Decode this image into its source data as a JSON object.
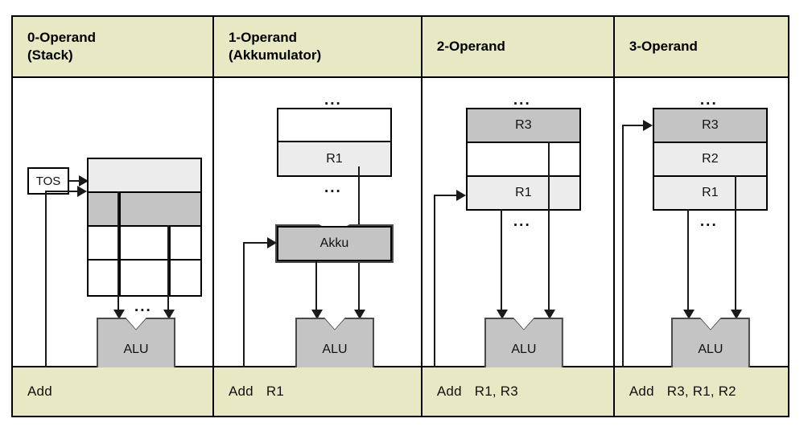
{
  "table": {
    "columns": [
      {
        "id": "col-0-operand",
        "header": "0-Operand\n(Stack)",
        "instruction_mnemonic": "Add",
        "instruction_operands": "",
        "instruction_full": "Add",
        "diagram": {
          "memory_label": "TOS",
          "alu_label": "ALU",
          "ellipsis": "...",
          "cells": [
            {
              "label": "",
              "fill": "#ececec"
            },
            {
              "label": "",
              "fill": "#c4c4c4"
            },
            {
              "label": "",
              "fill": "#ffffff"
            },
            {
              "label": "",
              "fill": "#ffffff"
            }
          ]
        }
      },
      {
        "id": "col-1-operand",
        "header": "1-Operand\n(Akkumulator)",
        "instruction_mnemonic": "Add",
        "instruction_operands": "R1",
        "instruction_full": "Add   R1",
        "diagram": {
          "accumulator_label": "Akku",
          "alu_label": "ALU",
          "ellipsis": "...",
          "cells": [
            {
              "label": "",
              "fill": "#ffffff"
            },
            {
              "label": "R1",
              "fill": "#ececec"
            }
          ]
        }
      },
      {
        "id": "col-2-operand",
        "header": "2-Operand",
        "instruction_mnemonic": "Add",
        "instruction_operands": "R1, R3",
        "instruction_full": "Add   R1, R3",
        "diagram": {
          "alu_label": "ALU",
          "ellipsis": "...",
          "cells": [
            {
              "label": "R3",
              "fill": "#c4c4c4"
            },
            {
              "label": "",
              "fill": "#ffffff"
            },
            {
              "label": "R1",
              "fill": "#ececec"
            }
          ]
        }
      },
      {
        "id": "col-3-operand",
        "header": "3-Operand",
        "instruction_mnemonic": "Add",
        "instruction_operands": "R3, R1, R2",
        "instruction_full": "Add   R3, R1, R2",
        "diagram": {
          "alu_label": "ALU",
          "ellipsis": "...",
          "cells": [
            {
              "label": "R3",
              "fill": "#c4c4c4"
            },
            {
              "label": "R2",
              "fill": "#ececec"
            },
            {
              "label": "R1",
              "fill": "#ececec"
            }
          ]
        }
      }
    ]
  },
  "colors": {
    "header_background": "#e8e8c4",
    "footer_background": "#e8e8c4",
    "fill_light": "#ececec",
    "fill_mid": "#c4c4c4",
    "fill_white": "#ffffff",
    "line": "#000000"
  }
}
